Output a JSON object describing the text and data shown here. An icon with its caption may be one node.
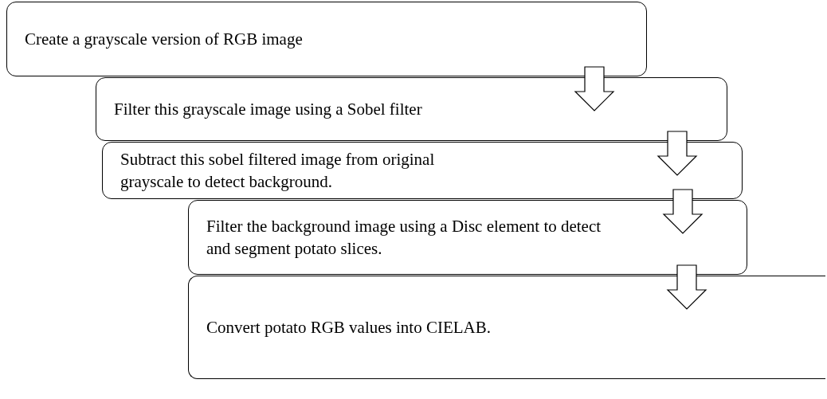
{
  "diagram": {
    "nodes": [
      {
        "text": [
          "Create a grayscale version of RGB image"
        ]
      },
      {
        "text": [
          "Filter this grayscale image using a Sobel filter"
        ]
      },
      {
        "text": [
          "Subtract this sobel filtered image from original grayscale to detect background."
        ]
      },
      {
        "text": [
          "Filter the background image using a Disc element to detect and segment potato slices."
        ]
      },
      {
        "text": [
          "Convert potato RGB values into CIELAB."
        ]
      }
    ],
    "edges": [
      {
        "from": 0,
        "to": 1,
        "arrow": "to"
      },
      {
        "from": 1,
        "to": 2,
        "arrow": "to"
      },
      {
        "from": 2,
        "to": 3,
        "arrow": "to"
      },
      {
        "from": 3,
        "to": 4,
        "arrow": "to"
      }
    ]
  }
}
